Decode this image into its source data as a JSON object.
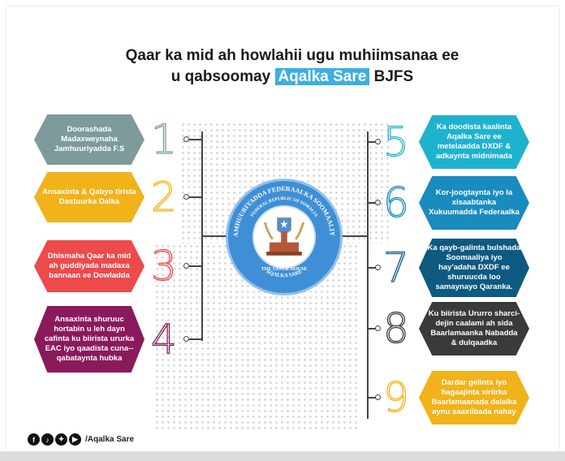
{
  "title": {
    "line1": "Qaar ka mid ah howlahii ugu muhiimsanaa ee",
    "line2_pre": "u qabsoomay",
    "highlight": "Aqalka Sare",
    "line2_post": "BJFS"
  },
  "items": [
    {
      "number": "1",
      "text": "Doorashada Madaxweynaha Jamhuuriyadda F.S",
      "color": "#7e9b9b"
    },
    {
      "number": "2",
      "text": "Ansaxinta & Qabyo tirista Dastuurka Dalka",
      "color": "#f1b21a"
    },
    {
      "number": "3",
      "text": "Dhismaha Qaar ka mid ah guddiyada madaxa bannaan ee Dowladda",
      "color": "#ec4a4b"
    },
    {
      "number": "4",
      "text": "Ansaxinta shuruuc hortabin u leh dayn cafinta ku biirista ururka EAC iyo qaadista cuna--qabataynta hubka",
      "color": "#8a1a5c"
    },
    {
      "number": "5",
      "text": "Ka doodista kaalinta Aqalka Sare ee metelaadda DXDF & adkaynta midnimada",
      "color": "#1fb2cf"
    },
    {
      "number": "6",
      "text": "Kor-joogtaynta iyo la xisaabtanka Xukuumadda Federaalka",
      "color": "#1a8bbf"
    },
    {
      "number": "7",
      "text": "Ka qayb-galinta bulshada Soomaaliya iyo hay'adaha DXDF ee shuruucda loo samaynayo Qaranka.",
      "color": "#0d5a80"
    },
    {
      "number": "8",
      "text": "Ku biirista Ururro sharci-dejin caalami ah sida Baarlamaanka Nabadda & dulqaadka",
      "color": "#3a3a3c"
    },
    {
      "number": "9",
      "text": "Dardar gelinta iyo hagaajinta xiriirka Baarlamaanada dalalka aynu saaxiibada nahay",
      "color": "#f1b21a"
    }
  ],
  "seal": {
    "top_text": "JAMHUURIYADDA FEDERAALKA SOOMAALIYA",
    "english": "FEDERAL REPUBLIC OF SOMALIA",
    "house": "THE UPPER HOUSE",
    "bottom": "AQALKA SARE"
  },
  "footer": {
    "icons": [
      "facebook-icon",
      "tiktok-icon",
      "twitter-icon",
      "youtube-icon"
    ],
    "handle": "/Aqalka Sare"
  }
}
